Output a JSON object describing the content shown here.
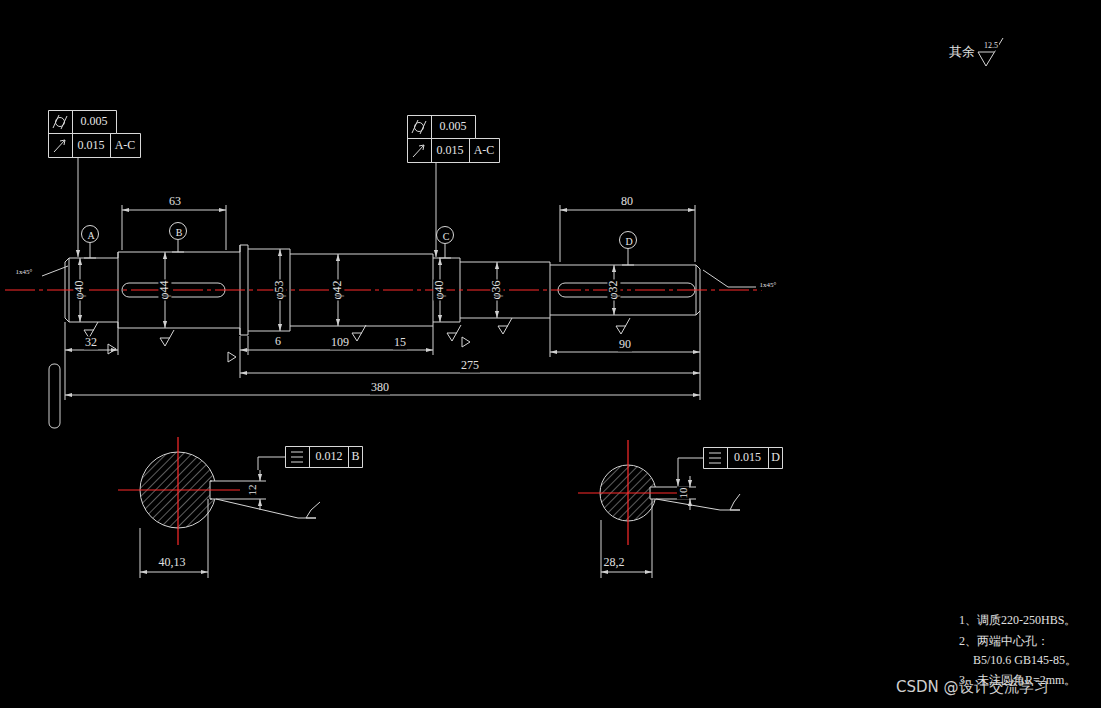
{
  "diagram": {
    "nodes": [
      {
        "text": [
          "0.005",
          "0.015",
          "A-C"
        ]
      },
      {
        "text": [
          "0.005",
          "0.015",
          "A-C"
        ]
      },
      {
        "text": [
          "A"
        ]
      },
      {
        "text": [
          "B"
        ]
      },
      {
        "text": [
          "C"
        ]
      },
      {
        "text": [
          "D"
        ]
      },
      {
        "text": [
          "0.012",
          "B"
        ]
      },
      {
        "text": [
          "0.015",
          "D"
        ]
      }
    ],
    "labels": [
      "其余",
      "12.5",
      "1x45°",
      "1x45°",
      "63",
      "80",
      "φ40",
      "φ44",
      "φ53",
      "φ42",
      "φ40",
      "φ36",
      "φ32",
      "32",
      "6",
      "109",
      "15",
      "275",
      "380",
      "90",
      "12",
      "40,13",
      "28,2",
      "10",
      "1、调质220-250HBS。",
      "2、两端中心孔：",
      "B5/10.6   GB145-85。",
      "3、未注圆角R=2mm。",
      "CSDN @设计交流学习"
    ]
  }
}
